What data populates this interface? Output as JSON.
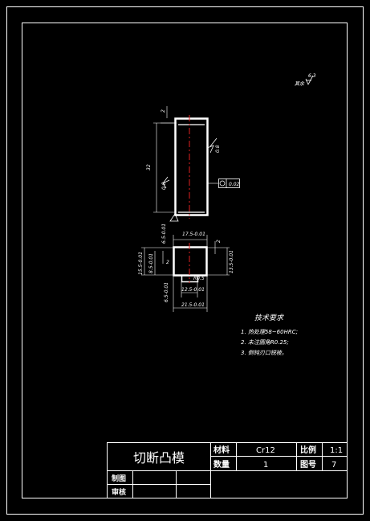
{
  "drawing": {
    "roughness_note": "其余",
    "roughness_other_value": "6.3",
    "title_block": {
      "part_name": "切断凸模",
      "material_label": "材料",
      "material_value": "Cr12",
      "scale_label": "比例",
      "scale_value": "1:1",
      "quantity_label": "数量",
      "quantity_value": "1",
      "drawing_no_label": "图号",
      "drawing_no_value": "7",
      "drafted_label": "制图",
      "checked_label": "审核"
    },
    "tech_requirements": {
      "heading": "技术要求",
      "items": [
        "1. 热处理58~60HRC;",
        "2. 未注圆角R0.25;",
        "3. 倒钝刃口锐棱。"
      ]
    },
    "front_view": {
      "dim_height": "32",
      "dim_top": "2",
      "roughness_side": "0.8",
      "roughness_left": "0.8",
      "tolerance_frame": "0.02"
    },
    "section_view": {
      "dim_top_width": "17.5-0.01",
      "dim_left_outer": "15.5-0.01",
      "dim_left_inner": "8.5-0.01",
      "dim_left_small": "6.5-0.01",
      "dim_right_outer": "2",
      "dim_right_inner": "13.5-0.01",
      "dim_bottom_inner": "12.5-0.01",
      "dim_bottom_outer": "21.5-0.01",
      "dim_bottom_left": "6.5-0.01",
      "dim_small_c": "2",
      "dim_small_r": "R0.5"
    }
  }
}
